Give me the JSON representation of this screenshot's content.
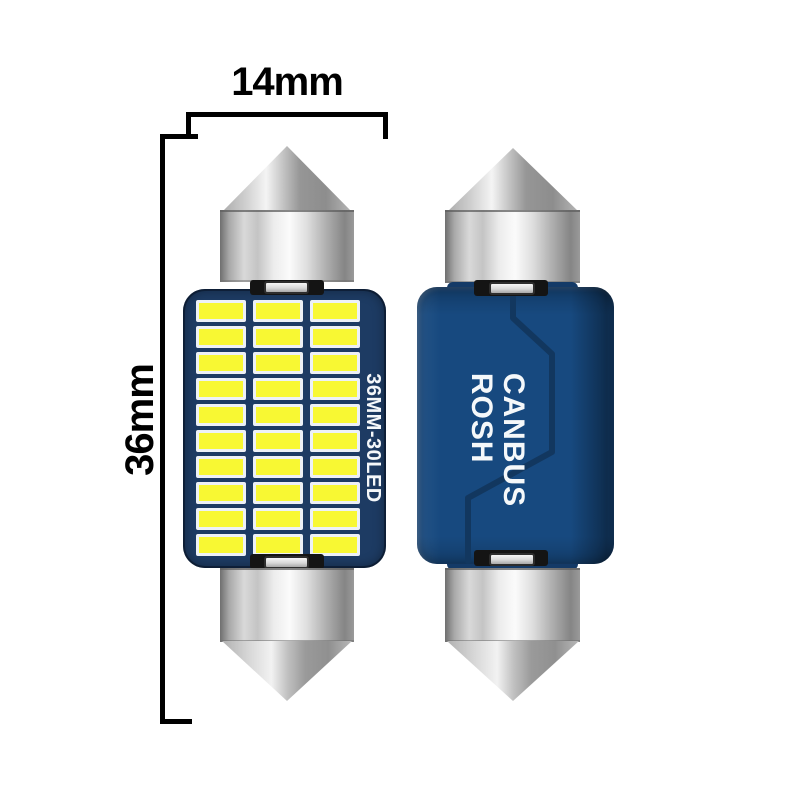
{
  "annotations": {
    "width_label": "14mm",
    "height_label": "36mm"
  },
  "front_bulb": {
    "description": "festoon LED bulb front view with LED chips",
    "model_text": "36MM-30LED",
    "led_grid": {
      "rows": 10,
      "columns": 3,
      "total_leds": 30
    }
  },
  "back_bulb": {
    "description": "festoon LED bulb back view of PCB",
    "marking_line1": "CANBUS",
    "marking_line2": "ROSH"
  },
  "colors": {
    "background": "#ffffff",
    "annotation-black": "#000000",
    "pcb-front-navy": "#1d3b63",
    "led-yellow": "#f8f833",
    "led-border": "#edf1f6",
    "pcb-back-blue": "#17497f",
    "pcb-back-shadow": "#143a67",
    "trace-blue": "#12375f",
    "marking-white": "#f5f8fa",
    "metal-highlight": "#fbfbfb",
    "metal-shadow": "#6f6f6f"
  }
}
